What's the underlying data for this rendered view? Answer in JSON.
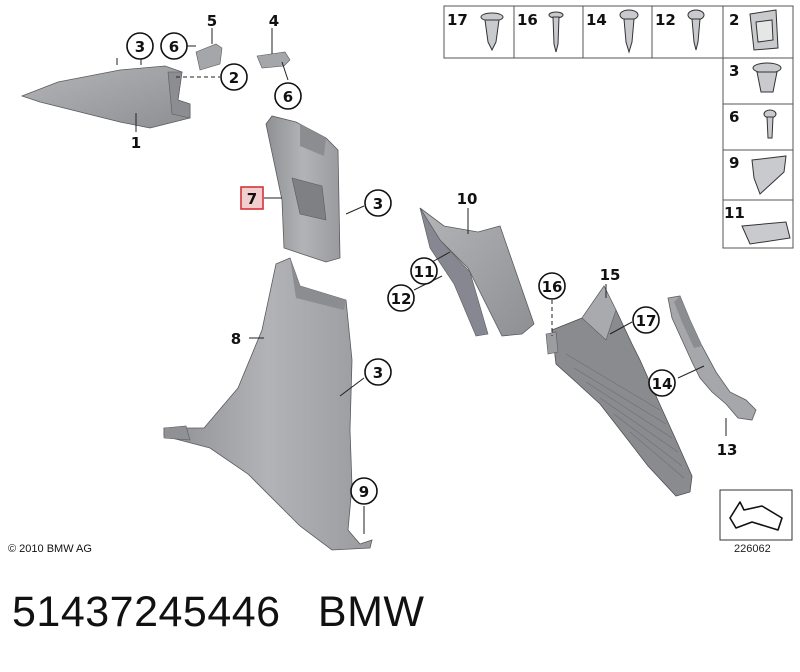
{
  "callouts": {
    "c1": "1",
    "c2": "2",
    "c3a": "3",
    "c3b": "3",
    "c3c": "3",
    "c4": "4",
    "c5": "5",
    "c6a": "6",
    "c6b": "6",
    "c7": "7",
    "c8": "8",
    "c9": "9",
    "c10": "10",
    "c11": "11",
    "c12": "12",
    "c13": "13",
    "c14": "14",
    "c15": "15",
    "c16": "16",
    "c17": "17"
  },
  "legend": {
    "top": [
      "17",
      "16",
      "14",
      "12",
      "2"
    ],
    "side": [
      "3",
      "6",
      "9",
      "11"
    ]
  },
  "copyright": "© 2010 BMW AG",
  "diagram_code": "226062",
  "footer": {
    "part_number": "51437245446",
    "brand": "BMW"
  },
  "colors": {
    "part_fill": "#a7a8ab",
    "part_dark": "#808184",
    "highlight": "#d0343a"
  }
}
